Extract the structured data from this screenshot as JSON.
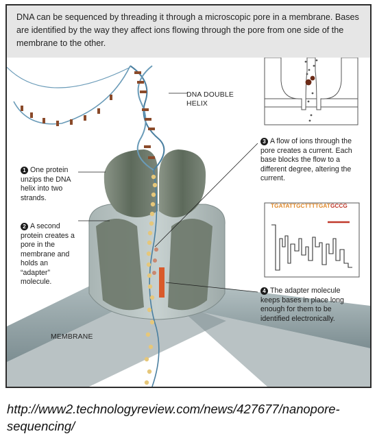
{
  "header": {
    "text": "DNA can be sequenced by threading it through a microscopic pore in a membrane. Bases are identified by the way they affect ions flowing through the pore from one side of the membrane to the other."
  },
  "labels": {
    "dna_double_helix_line1": "DNA DOUBLE",
    "dna_double_helix_line2": "HELIX",
    "membrane": "MEMBRANE"
  },
  "callouts": [
    {
      "number": "1",
      "text": "One protein unzips the DNA helix into two strands."
    },
    {
      "number": "2",
      "text": "A second protein creates a pore in the membrane and holds an “adapter” molecule."
    },
    {
      "number": "3",
      "text": "A flow of ions through the pore creates a current. Each base blocks the flow to a different degree, altering the current."
    },
    {
      "number": "4",
      "text": "The adapter molecule keeps bases in place long enough for them to be identified electronically."
    }
  ],
  "sequence": {
    "black_part": "TGATATTGCTTTTGATGCCG",
    "read_colors": {
      "start": "#e08a2c",
      "highlight": "#c0392b"
    }
  },
  "source_url": "http://www2.technologyreview.com/news/427677/nanopore-sequencing/",
  "colors": {
    "protein": "#6f7a6a",
    "membrane": "#93a3a6",
    "adapter": "#d95a2b",
    "dna_backbone": "#4a7fa0",
    "base_bead": "#e6c77a",
    "base_brown": "#8a4a2a"
  }
}
